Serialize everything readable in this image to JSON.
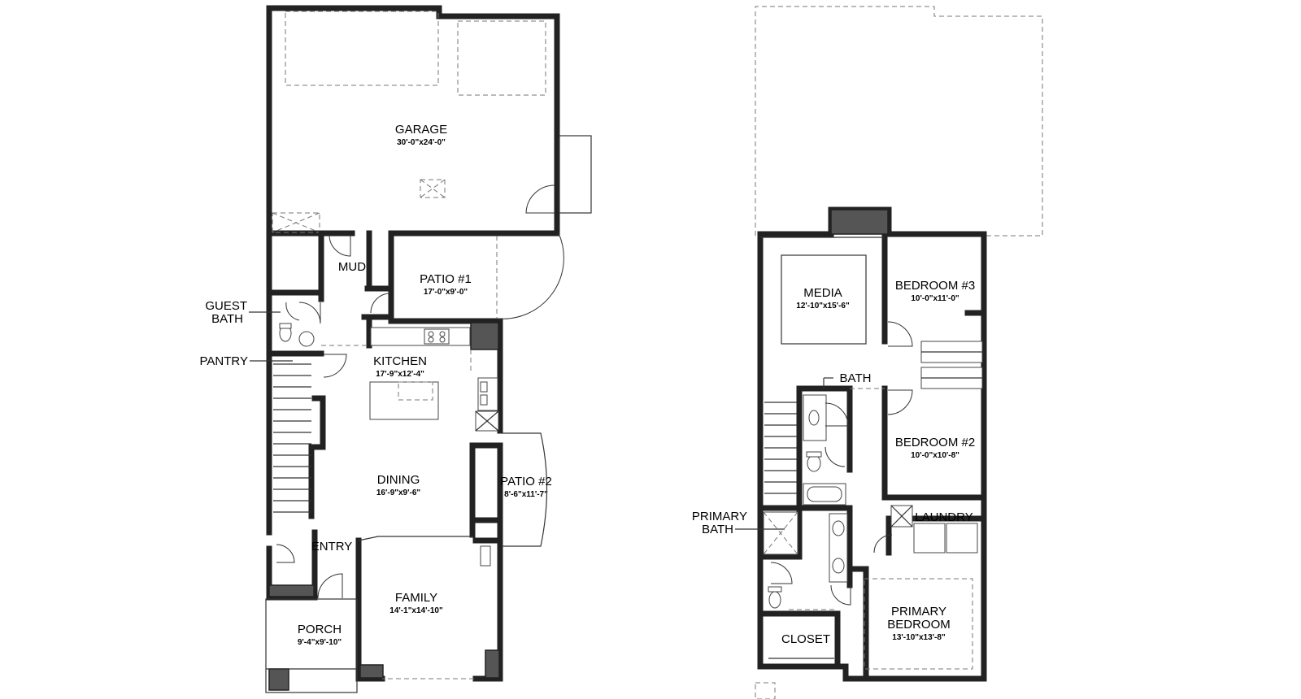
{
  "first_floor": {
    "rooms": {
      "garage": {
        "name": "GARAGE",
        "dim": "30'-0\"x24'-0\""
      },
      "mud": {
        "name": "MUD"
      },
      "patio1": {
        "name": "PATIO #1",
        "dim": "17'-0\"x9'-0\""
      },
      "guest_bath": {
        "name_line1": "GUEST",
        "name_line2": "BATH"
      },
      "pantry": {
        "name": "PANTRY"
      },
      "kitchen": {
        "name": "KITCHEN",
        "dim": "17'-9\"x12'-4\""
      },
      "dining": {
        "name": "DINING",
        "dim": "16'-9\"x9'-6\""
      },
      "patio2": {
        "name": "PATIO #2",
        "dim": "8'-6\"x11'-7\""
      },
      "entry": {
        "name": "ENTRY"
      },
      "family": {
        "name": "FAMILY",
        "dim": "14'-1\"x14'-10\""
      },
      "porch": {
        "name": "PORCH",
        "dim": "9'-4\"x9'-10\""
      }
    }
  },
  "second_floor": {
    "rooms": {
      "media": {
        "name": "MEDIA",
        "dim": "12'-10\"x15'-6\""
      },
      "bedroom3": {
        "name": "BEDROOM #3",
        "dim": "10'-0\"x11'-0\""
      },
      "bath": {
        "name": "BATH"
      },
      "bedroom2": {
        "name": "BEDROOM #2",
        "dim": "10'-0\"x10'-8\""
      },
      "laundry": {
        "name": "LAUNDRY"
      },
      "primary_bath": {
        "name_line1": "PRIMARY",
        "name_line2": "BATH"
      },
      "primary_bedroom": {
        "name_line1": "PRIMARY",
        "name_line2": "BEDROOM",
        "dim": "13'-10\"x13'-8\""
      },
      "closet": {
        "name": "CLOSET"
      }
    }
  }
}
